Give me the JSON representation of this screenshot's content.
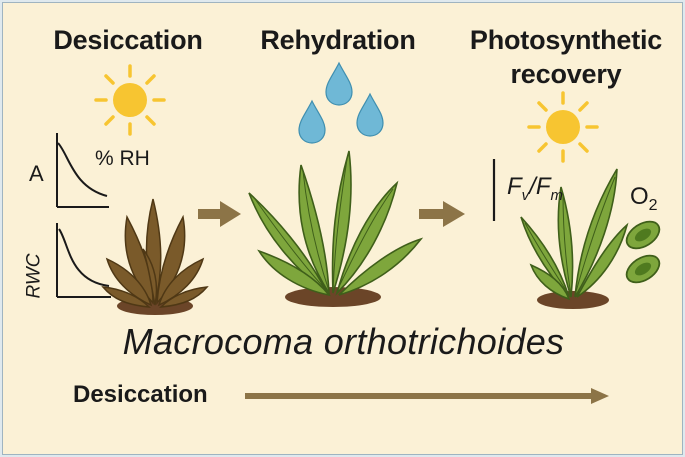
{
  "stages": {
    "desiccation": "Desiccation",
    "rehydration": "Rehydration",
    "recovery_line1": "Photosynthetic",
    "recovery_line2": "recovery"
  },
  "graph_labels": {
    "a_axis": "A",
    "rh": "% RH",
    "rwc_axis": "RWC",
    "fv": "F",
    "fv_sub": "v",
    "slash": "/",
    "fm": "F",
    "fm_sub": "m",
    "o2": "O",
    "o2_sub": "2"
  },
  "species_name": "Macrocoma orthotrichoides",
  "bottom_arrow_label": "Desiccation",
  "colors": {
    "background": "#fbf1d6",
    "dry_moss": "#7a5a2a",
    "green_moss": "#7ea63c",
    "arrow": "#8c7447",
    "sun": "#f7c531",
    "water": "#6fb8d6",
    "soil": "#6b4528"
  },
  "icons": [
    "sun-icon",
    "water-drop-icon",
    "arrow-icon",
    "chloroplast-icon"
  ]
}
